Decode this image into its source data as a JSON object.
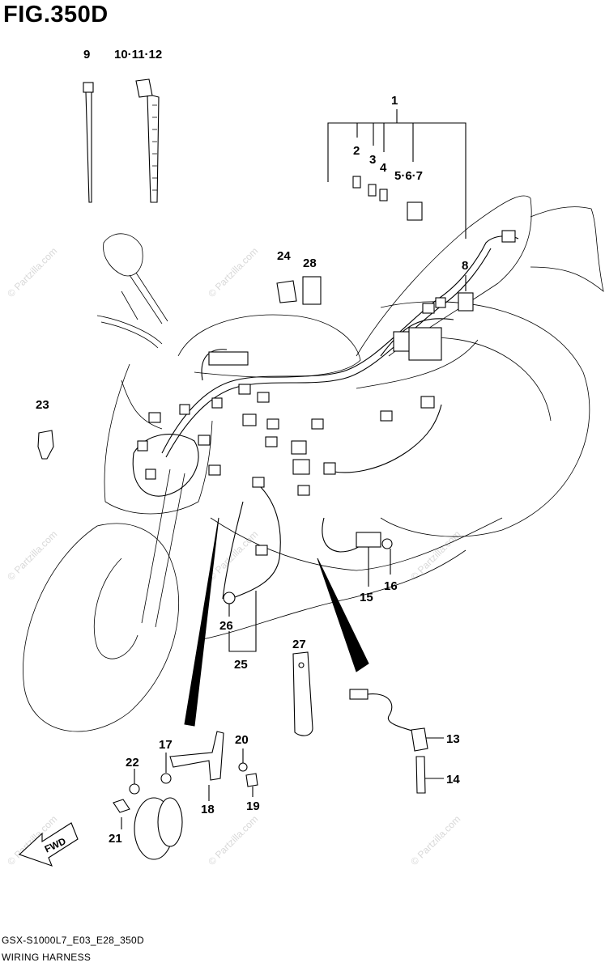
{
  "figure": {
    "title": "FIG.350D",
    "model_code": "GSX-S1000L7_E03_E28_350D",
    "caption": "WIRING HARNESS",
    "watermark": "© Partzilla.com",
    "fwd_label": "FWD"
  },
  "callouts": [
    {
      "id": "c1",
      "label": "1"
    },
    {
      "id": "c2",
      "label": "2"
    },
    {
      "id": "c3",
      "label": "3"
    },
    {
      "id": "c4",
      "label": "4"
    },
    {
      "id": "c5",
      "label": "5·6·7"
    },
    {
      "id": "c8",
      "label": "8"
    },
    {
      "id": "c9",
      "label": "9"
    },
    {
      "id": "c10",
      "label": "10·11·12"
    },
    {
      "id": "c13",
      "label": "13"
    },
    {
      "id": "c14",
      "label": "14"
    },
    {
      "id": "c15",
      "label": "15"
    },
    {
      "id": "c16",
      "label": "16"
    },
    {
      "id": "c17",
      "label": "17"
    },
    {
      "id": "c18",
      "label": "18"
    },
    {
      "id": "c19",
      "label": "19"
    },
    {
      "id": "c20",
      "label": "20"
    },
    {
      "id": "c21",
      "label": "21"
    },
    {
      "id": "c22",
      "label": "22"
    },
    {
      "id": "c23",
      "label": "23"
    },
    {
      "id": "c24",
      "label": "24"
    },
    {
      "id": "c25",
      "label": "25"
    },
    {
      "id": "c26",
      "label": "26"
    },
    {
      "id": "c27",
      "label": "27"
    },
    {
      "id": "c28",
      "label": "28"
    }
  ]
}
